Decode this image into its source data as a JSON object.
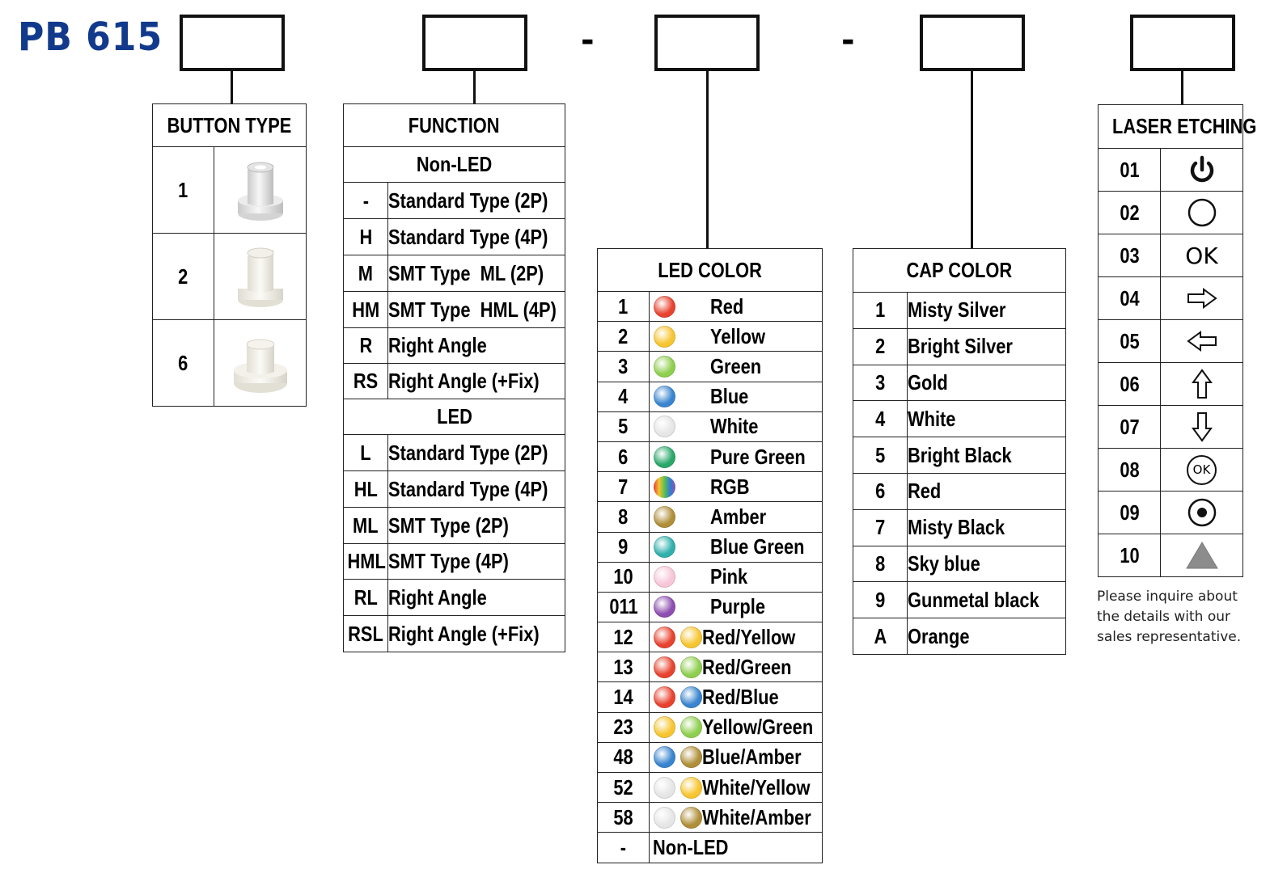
{
  "title": "PB 615",
  "separators": [
    "-",
    "-"
  ],
  "button_type": {
    "header": "BUTTON TYPE",
    "rows": [
      {
        "code": "1",
        "image": "button-type-1-icon"
      },
      {
        "code": "2",
        "image": "button-type-2-icon"
      },
      {
        "code": "6",
        "image": "button-type-6-icon"
      }
    ]
  },
  "function": {
    "header": "FUNCTION",
    "groups": [
      {
        "label": "Non-LED",
        "rows": [
          {
            "code": "-",
            "desc": "Standard Type (2P)"
          },
          {
            "code": "H",
            "desc": "Standard Type (4P)"
          },
          {
            "code": "M",
            "desc": "SMT Type  ML (2P)"
          },
          {
            "code": "HM",
            "desc": "SMT Type  HML (4P)"
          },
          {
            "code": "R",
            "desc": "Right Angle"
          },
          {
            "code": "RS",
            "desc": "Right Angle (+Fix)"
          }
        ]
      },
      {
        "label": "LED",
        "rows": [
          {
            "code": "L",
            "desc": "Standard Type (2P)"
          },
          {
            "code": "HL",
            "desc": "Standard Type (4P)"
          },
          {
            "code": "ML",
            "desc": "SMT Type (2P)"
          },
          {
            "code": "HML",
            "desc": "SMT Type (4P)"
          },
          {
            "code": "RL",
            "desc": "Right Angle"
          },
          {
            "code": "RSL",
            "desc": "Right Angle (+Fix)"
          }
        ]
      }
    ]
  },
  "led_color": {
    "header": "LED COLOR",
    "rows": [
      {
        "code": "1",
        "name": "Red",
        "colors": [
          "#e8432f"
        ]
      },
      {
        "code": "2",
        "name": "Yellow",
        "colors": [
          "#f7c531"
        ]
      },
      {
        "code": "3",
        "name": "Green",
        "colors": [
          "#8fcf4f"
        ]
      },
      {
        "code": "4",
        "name": "Blue",
        "colors": [
          "#3a85cf"
        ]
      },
      {
        "code": "5",
        "name": "White",
        "colors": [
          "#e6e6e6"
        ]
      },
      {
        "code": "6",
        "name": "Pure Green",
        "colors": [
          "#2aa86a"
        ]
      },
      {
        "code": "7",
        "name": "RGB",
        "colors": [
          "rgb"
        ]
      },
      {
        "code": "8",
        "name": "Amber",
        "colors": [
          "#b08f3a"
        ]
      },
      {
        "code": "9",
        "name": "Blue Green",
        "colors": [
          "#2fb0ad"
        ]
      },
      {
        "code": "10",
        "name": "Pink",
        "colors": [
          "#f7c6d8"
        ]
      },
      {
        "code": "011",
        "name": "Purple",
        "colors": [
          "#8d4fb0"
        ]
      },
      {
        "code": "12",
        "name": "Red/Yellow",
        "colors": [
          "#e8432f",
          "#f7c531"
        ]
      },
      {
        "code": "13",
        "name": "Red/Green",
        "colors": [
          "#e8432f",
          "#8fcf4f"
        ]
      },
      {
        "code": "14",
        "name": "Red/Blue",
        "colors": [
          "#e8432f",
          "#3a85cf"
        ]
      },
      {
        "code": "23",
        "name": "Yellow/Green",
        "colors": [
          "#f7c531",
          "#8fcf4f"
        ]
      },
      {
        "code": "48",
        "name": "Blue/Amber",
        "colors": [
          "#3a85cf",
          "#b08f3a"
        ]
      },
      {
        "code": "52",
        "name": "White/Yellow",
        "colors": [
          "#e6e6e6",
          "#f7c531"
        ]
      },
      {
        "code": "58",
        "name": "White/Amber",
        "colors": [
          "#e6e6e6",
          "#b08f3a"
        ]
      },
      {
        "code": "-",
        "name": "Non-LED",
        "colors": []
      }
    ]
  },
  "cap_color": {
    "header": "CAP COLOR",
    "rows": [
      {
        "code": "1",
        "name": "Misty Silver"
      },
      {
        "code": "2",
        "name": "Bright Silver"
      },
      {
        "code": "3",
        "name": "Gold"
      },
      {
        "code": "4",
        "name": "White"
      },
      {
        "code": "5",
        "name": "Bright Black"
      },
      {
        "code": "6",
        "name": "Red"
      },
      {
        "code": "7",
        "name": "Misty Black"
      },
      {
        "code": "8",
        "name": "Sky blue"
      },
      {
        "code": "9",
        "name": "Gunmetal black"
      },
      {
        "code": "A",
        "name": "Orange"
      }
    ]
  },
  "laser_etching": {
    "header": "LASER ETCHING",
    "rows": [
      {
        "code": "01",
        "symbol": "power-icon"
      },
      {
        "code": "02",
        "symbol": "circle-icon"
      },
      {
        "code": "03",
        "symbol": "ok-text-icon",
        "text": "OK"
      },
      {
        "code": "04",
        "symbol": "arrow-right-icon"
      },
      {
        "code": "05",
        "symbol": "arrow-left-icon"
      },
      {
        "code": "06",
        "symbol": "arrow-up-icon"
      },
      {
        "code": "07",
        "symbol": "arrow-down-icon"
      },
      {
        "code": "08",
        "symbol": "ok-circle-icon",
        "text": "OK"
      },
      {
        "code": "09",
        "symbol": "dot-circle-icon"
      },
      {
        "code": "10",
        "symbol": "triangle-icon"
      }
    ],
    "note": "Please inquire about the details with our sales representative."
  }
}
